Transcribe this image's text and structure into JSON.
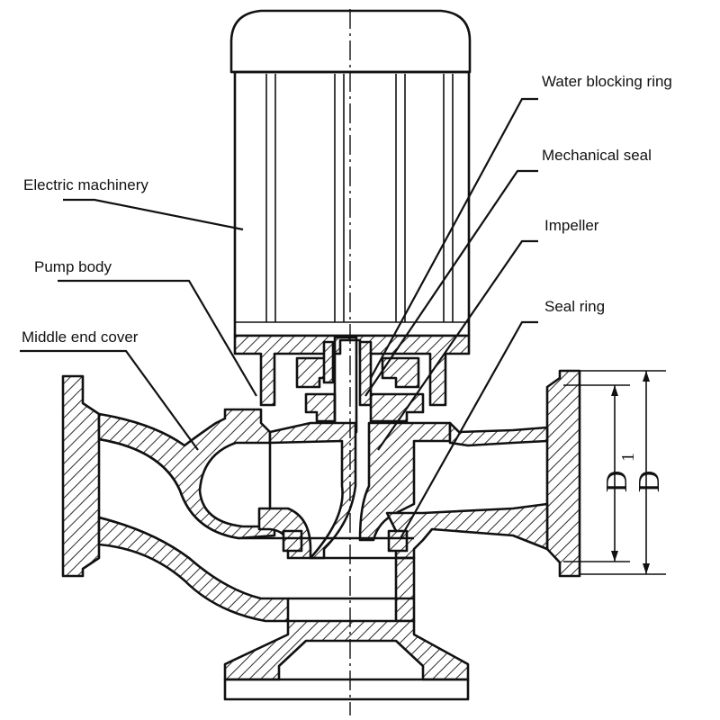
{
  "labels": {
    "water_blocking_ring": "Water blocking ring",
    "mechanical_seal": "Mechanical seal",
    "electric_machinery": "Electric machinery",
    "impeller": "Impeller",
    "pump_body": "Pump body",
    "seal_ring": "Seal ring",
    "middle_end_cover": "Middle end cover"
  },
  "dimensions": {
    "d_outer": "D",
    "d_inner": "D",
    "d_inner_subscript": "1"
  }
}
